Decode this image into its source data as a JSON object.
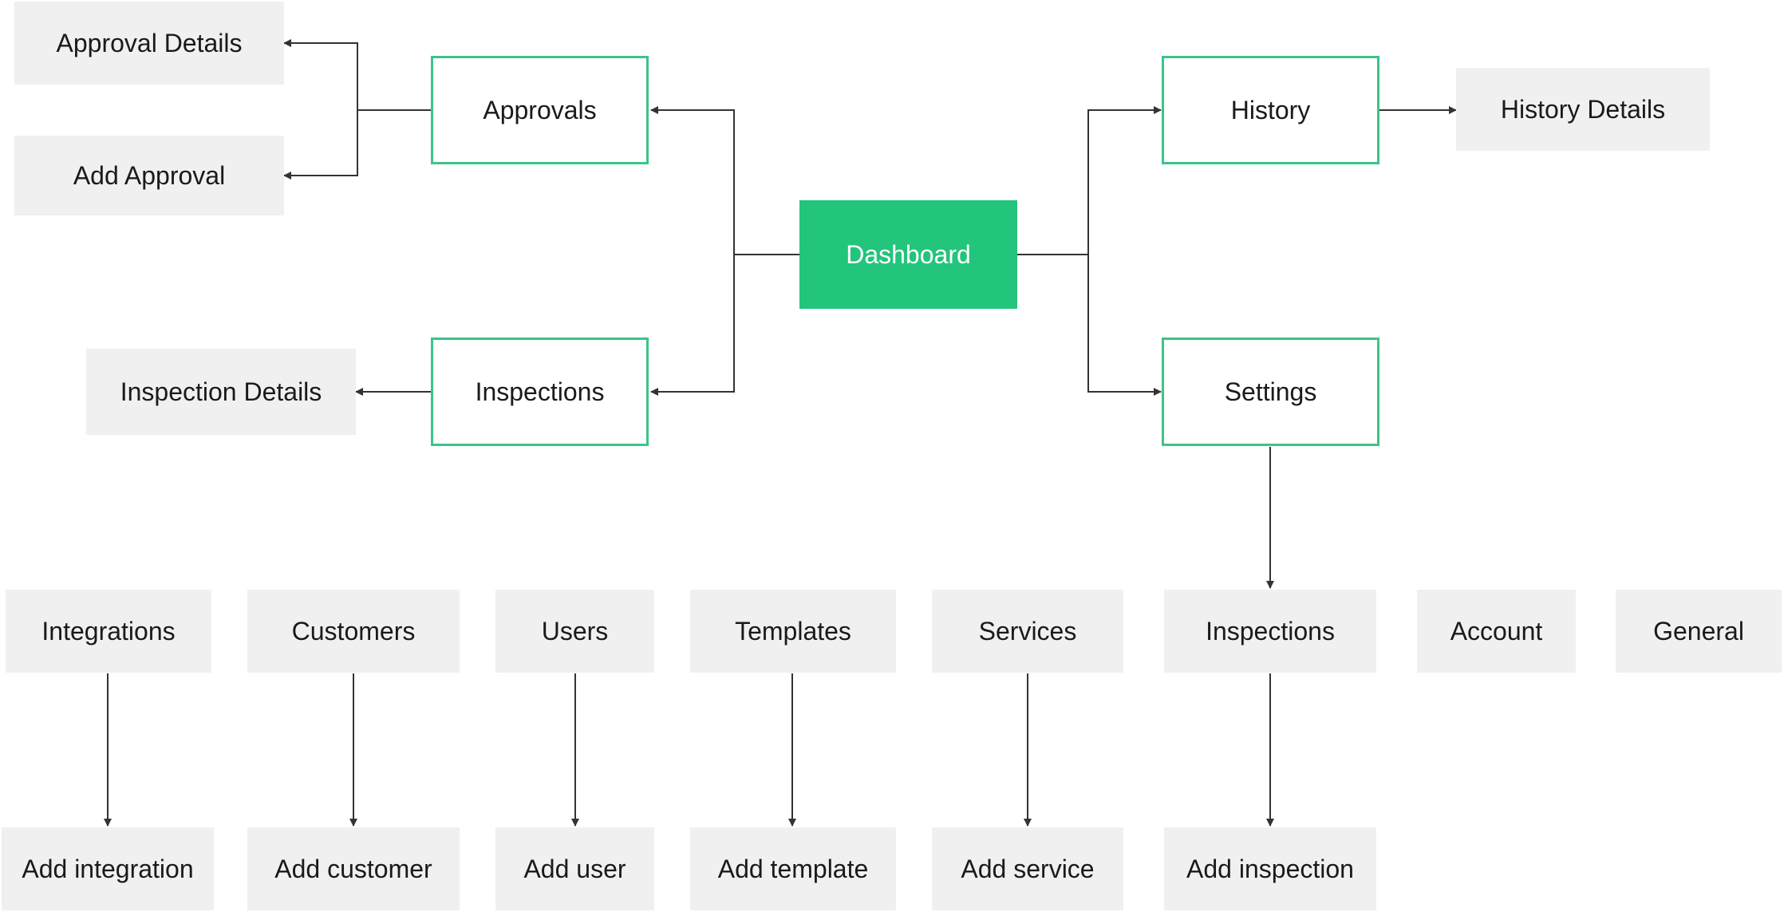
{
  "colors": {
    "primary_fill": "#22c57b",
    "outline_border": "#3cc48a",
    "leaf_fill": "#f0f0f0",
    "connector": "#333333"
  },
  "nodes": {
    "dashboard": "Dashboard",
    "approvals": "Approvals",
    "approval_details": "Approval Details",
    "add_approval": "Add Approval",
    "inspections": "Inspections",
    "inspection_details": "Inspection Details",
    "history": "History",
    "history_details": "History Details",
    "settings": "Settings",
    "integrations": "Integrations",
    "customers": "Customers",
    "users": "Users",
    "templates": "Templates",
    "services": "Services",
    "settings_inspections": "Inspections",
    "account": "Account",
    "general": "General",
    "add_integration": "Add integration",
    "add_customer": "Add customer",
    "add_user": "Add user",
    "add_template": "Add template",
    "add_service": "Add service",
    "add_inspection": "Add inspection"
  }
}
